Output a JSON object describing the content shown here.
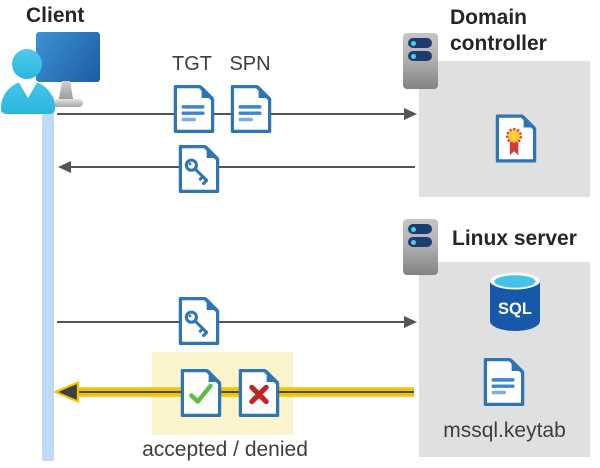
{
  "labels": {
    "client": "Client",
    "domain_controller": "Domain controller",
    "linux_server": "Linux server",
    "tgt": "TGT",
    "spn": "SPN",
    "sql": "SQL",
    "keytab_file": "mssql.keytab",
    "accepted_denied": "accepted / denied"
  },
  "icons": {
    "client": "client-workstation-icon",
    "domain_controller": "server-icon",
    "linux_server": "server-icon",
    "tgt": "document-icon",
    "spn": "document-icon",
    "ticket_from_dc": "key-document-icon",
    "ticket_to_linux": "key-document-icon",
    "certificate": "certificate-document-icon",
    "database": "sql-database-icon",
    "keytab": "document-icon",
    "accepted": "check-document-icon",
    "denied": "cross-document-icon"
  },
  "colors": {
    "doc_blue": "#2e75b6",
    "doc_line_strong": "#3d85cc",
    "doc_line_light": "#79aede",
    "box_gray": "#e0e0e0",
    "highlight_yellow": "#fcf4cc",
    "arrow_yellow": "#f2c400",
    "arrow_gray": "#545456",
    "lifeline_blue": "#bedaf7",
    "person_cyan": "#38c1e6",
    "monitor_blue_light": "#3e92d4",
    "monitor_blue_dark": "#1c5ca4",
    "server_pill_navy": "#1d3d6e",
    "server_dot_cyan": "#54c8e8",
    "check_green": "#5fba46",
    "cross_red": "#bf2626",
    "seal_yellow": "#ffd338",
    "ribbon_red": "#d13b3b",
    "sql_body_blue": "#1659a8",
    "sql_top_cyan": "#45c2e6",
    "text_dark": "#262626",
    "text_gray": "#3d3d3d"
  }
}
